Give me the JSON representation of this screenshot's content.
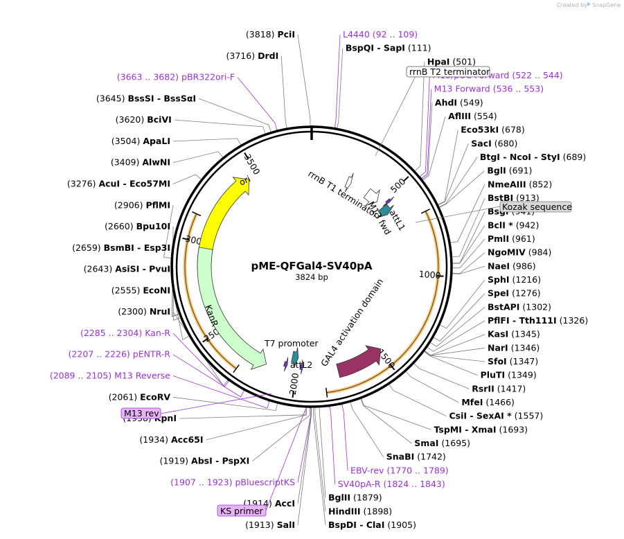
{
  "credit": {
    "prefix": "Created by",
    "brand": "SnapGene"
  },
  "plasmid": {
    "name": "pME-QFGal4-SV40pA",
    "length": "3824 bp",
    "total_bp": 3824
  },
  "ticks": [
    {
      "bp": 500,
      "label": "500"
    },
    {
      "bp": 1000,
      "label": "1000"
    },
    {
      "bp": 1500,
      "label": "1500"
    },
    {
      "bp": 2000,
      "label": "2000"
    },
    {
      "bp": 2500,
      "label": "2500"
    },
    {
      "bp": 3000,
      "label": "3000"
    },
    {
      "bp": 3500,
      "label": "3500"
    }
  ],
  "features": [
    {
      "name": "ori",
      "start": 2855,
      "end": 3445,
      "color": "#ffff00",
      "dir": "cw",
      "track": 1
    },
    {
      "name": "KanR",
      "start": 2177,
      "end": 2972,
      "color": "#ccffcc",
      "dir": "ccw",
      "track": 1
    },
    {
      "name": "GAL4 activation domain",
      "start": 1760,
      "end": 1486,
      "color": "#993366",
      "dir": "ccw",
      "track": 1
    },
    {
      "name": "rrnB T1 terminator",
      "start": 393,
      "end": 480,
      "color": "#ffffff",
      "dir": "cw",
      "track": 2
    },
    {
      "name": "rrnB T2 terminator",
      "start": 240,
      "end": 268,
      "color": "#ffffff",
      "dir": "cw",
      "track": 2
    },
    {
      "name": "attL1",
      "start": 533,
      "end": 590,
      "color": "#2e8b9a",
      "dir": "cw",
      "track": 2
    },
    {
      "name": "attL2",
      "start": 2000,
      "end": 2040,
      "color": "#2e8b9a",
      "dir": "ccw",
      "track": 2
    },
    {
      "name": "M13 fwd",
      "start": 518,
      "end": 535,
      "color": "#7b2fd0",
      "dir": "cw",
      "track": 2
    },
    {
      "name": "T7 promoter",
      "start": 2060,
      "end": 2079,
      "color": "#7b2fd0",
      "dir": "ccw",
      "track": 2
    },
    {
      "name": "M13 rev",
      "start": 1965,
      "end": 1982,
      "color": "#7b2fd0",
      "dir": "ccw",
      "track": 2
    }
  ],
  "feature_labels": {
    "ori": "ori",
    "kanr": "KanR",
    "gal4": "GAL4 activation domain",
    "rrnb_t1": "rrnB T1 terminator",
    "m13_fwd": "M13 fwd",
    "attl1": "attL1",
    "t7": "T7 promoter",
    "attl2": "attL2"
  },
  "orfs": [
    {
      "start": 680,
      "end": 1840
    },
    {
      "start": 2300,
      "end": 3130
    }
  ],
  "boxed_labels": {
    "rrnb_t2": "rrnB T2 terminator",
    "kozak": "Kozak sequence",
    "m13_rev": "M13 rev",
    "ks_primer": "KS primer"
  },
  "sites": [
    {
      "enzyme": "PciI",
      "pos": "(3818)",
      "bp": 3818,
      "side": "L"
    },
    {
      "enzyme": "DrdI",
      "pos": "(3716)",
      "bp": 3716,
      "side": "L"
    },
    {
      "enzyme": "pBR322ori-F",
      "pos": "(3663 .. 3682)",
      "bp": 3672,
      "side": "L",
      "primer": true
    },
    {
      "enzyme": "BssSI - BssSαI",
      "pos": "(3645)",
      "bp": 3645,
      "side": "L"
    },
    {
      "enzyme": "BciVI",
      "pos": "(3620)",
      "bp": 3620,
      "side": "L"
    },
    {
      "enzyme": "ApaLI",
      "pos": "(3504)",
      "bp": 3504,
      "side": "L"
    },
    {
      "enzyme": "AlwNI",
      "pos": "(3409)",
      "bp": 3409,
      "side": "L"
    },
    {
      "enzyme": "AcuI - Eco57MI",
      "pos": "(3276)",
      "bp": 3276,
      "side": "L"
    },
    {
      "enzyme": "PflMI",
      "pos": "(2906)",
      "bp": 2906,
      "side": "L"
    },
    {
      "enzyme": "Bpu10I",
      "pos": "(2660)",
      "bp": 2660,
      "side": "L"
    },
    {
      "enzyme": "BsmBI - Esp3I",
      "pos": "(2659)",
      "bp": 2659,
      "side": "L"
    },
    {
      "enzyme": "AsiSI - PvuI",
      "pos": "(2643)",
      "bp": 2643,
      "side": "L"
    },
    {
      "enzyme": "EcoNI",
      "pos": "(2555)",
      "bp": 2555,
      "side": "L"
    },
    {
      "enzyme": "Kan-R",
      "pos": "(2285 .. 2304)",
      "bp": 2294,
      "side": "L",
      "primer": true
    },
    {
      "enzyme": "NruI",
      "pos": "(2300)",
      "bp": 2300,
      "side": "L"
    },
    {
      "enzyme": "pENTR-R",
      "pos": "(2207 .. 2226)",
      "bp": 2216,
      "side": "L",
      "primer": true
    },
    {
      "enzyme": "M13 Reverse",
      "pos": "(2089 .. 2105)",
      "bp": 2097,
      "side": "L",
      "primer": true
    },
    {
      "enzyme": "EcoRV",
      "pos": "(2061)",
      "bp": 2061,
      "side": "L"
    },
    {
      "enzyme": "KpnI",
      "pos": "(1938)",
      "bp": 1938,
      "side": "L"
    },
    {
      "enzyme": "Acc65I",
      "pos": "(1934)",
      "bp": 1934,
      "side": "L"
    },
    {
      "enzyme": "pBluescriptKS",
      "pos": "(1907 .. 1923)",
      "bp": 1915,
      "side": "L",
      "primer": true
    },
    {
      "enzyme": "AbsI - PspXI",
      "pos": "(1919)",
      "bp": 1919,
      "side": "L"
    },
    {
      "enzyme": "AccI",
      "pos": "(1914)",
      "bp": 1914,
      "side": "L"
    },
    {
      "enzyme": "SalI",
      "pos": "(1913)",
      "bp": 1913,
      "side": "L"
    },
    {
      "enzyme": "L4440",
      "pos": "(92 .. 109)",
      "bp": 100,
      "side": "R",
      "primer": true
    },
    {
      "enzyme": "BspQI - SapI",
      "pos": "(111)",
      "bp": 111,
      "side": "R"
    },
    {
      "enzyme": "HpaI",
      "pos": "(501)",
      "bp": 501,
      "side": "R"
    },
    {
      "enzyme": "M13/pUC Forward",
      "pos": "(522 .. 544)",
      "bp": 533,
      "side": "R",
      "primer": true
    },
    {
      "enzyme": "M13 Forward",
      "pos": "(536 .. 553)",
      "bp": 544,
      "side": "R",
      "primer": true
    },
    {
      "enzyme": "AhdI",
      "pos": "(549)",
      "bp": 549,
      "side": "R"
    },
    {
      "enzyme": "AflIII",
      "pos": "(554)",
      "bp": 554,
      "side": "R"
    },
    {
      "enzyme": "Eco53kI",
      "pos": "(678)",
      "bp": 678,
      "side": "R"
    },
    {
      "enzyme": "SacI",
      "pos": "(680)",
      "bp": 680,
      "side": "R"
    },
    {
      "enzyme": "BtgI - NcoI - StyI",
      "pos": "(689)",
      "bp": 689,
      "side": "R"
    },
    {
      "enzyme": "BglI",
      "pos": "(691)",
      "bp": 691,
      "side": "R"
    },
    {
      "enzyme": "NmeAIII",
      "pos": "(852)",
      "bp": 852,
      "side": "R"
    },
    {
      "enzyme": "BstBI",
      "pos": "(913)",
      "bp": 913,
      "side": "R"
    },
    {
      "enzyme": "BsgI",
      "pos": "(941)",
      "bp": 941,
      "side": "R"
    },
    {
      "enzyme": "BclI *",
      "pos": "(942)",
      "bp": 942,
      "side": "R"
    },
    {
      "enzyme": "PmlI",
      "pos": "(961)",
      "bp": 961,
      "side": "R"
    },
    {
      "enzyme": "NgoMIV",
      "pos": "(984)",
      "bp": 984,
      "side": "R"
    },
    {
      "enzyme": "NaeI",
      "pos": "(986)",
      "bp": 986,
      "side": "R"
    },
    {
      "enzyme": "SphI",
      "pos": "(1216)",
      "bp": 1216,
      "side": "R"
    },
    {
      "enzyme": "SpeI",
      "pos": "(1276)",
      "bp": 1276,
      "side": "R"
    },
    {
      "enzyme": "BstAPI",
      "pos": "(1302)",
      "bp": 1302,
      "side": "R"
    },
    {
      "enzyme": "PflFI - Tth111I",
      "pos": "(1326)",
      "bp": 1326,
      "side": "R"
    },
    {
      "enzyme": "KasI",
      "pos": "(1345)",
      "bp": 1345,
      "side": "R"
    },
    {
      "enzyme": "NarI",
      "pos": "(1346)",
      "bp": 1346,
      "side": "R"
    },
    {
      "enzyme": "SfoI",
      "pos": "(1347)",
      "bp": 1347,
      "side": "R"
    },
    {
      "enzyme": "PluTI",
      "pos": "(1349)",
      "bp": 1349,
      "side": "R"
    },
    {
      "enzyme": "RsrII",
      "pos": "(1417)",
      "bp": 1417,
      "side": "R"
    },
    {
      "enzyme": "MfeI",
      "pos": "(1466)",
      "bp": 1466,
      "side": "R"
    },
    {
      "enzyme": "CsiI - SexAI *",
      "pos": "(1557)",
      "bp": 1557,
      "side": "R"
    },
    {
      "enzyme": "TspMI - XmaI",
      "pos": "(1693)",
      "bp": 1693,
      "side": "R"
    },
    {
      "enzyme": "SmaI",
      "pos": "(1695)",
      "bp": 1695,
      "side": "R"
    },
    {
      "enzyme": "SnaBI",
      "pos": "(1742)",
      "bp": 1742,
      "side": "R"
    },
    {
      "enzyme": "EBV-rev",
      "pos": "(1770 .. 1789)",
      "bp": 1780,
      "side": "R",
      "primer": true
    },
    {
      "enzyme": "SV40pA-R",
      "pos": "(1824 .. 1843)",
      "bp": 1833,
      "side": "R",
      "primer": true
    },
    {
      "enzyme": "BglII",
      "pos": "(1879)",
      "bp": 1879,
      "side": "R"
    },
    {
      "enzyme": "HindIII",
      "pos": "(1898)",
      "bp": 1898,
      "side": "R"
    },
    {
      "enzyme": "BspDI - ClaI",
      "pos": "(1905)",
      "bp": 1905,
      "side": "R"
    }
  ],
  "colors": {
    "enzyme": "#000000",
    "primer": "#9b30d9",
    "leader": "#7a7a7a",
    "backbone": "#000000",
    "orf": "#f0a020",
    "box_fill": "#d8d8d8",
    "primer_box_fill": "#e6b3f5"
  }
}
